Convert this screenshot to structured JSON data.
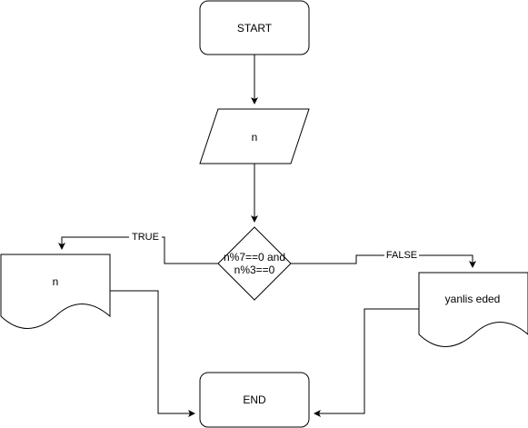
{
  "diagram": {
    "type": "flowchart",
    "nodes": {
      "start": {
        "shape": "rounded-rectangle",
        "label": "START"
      },
      "input": {
        "shape": "parallelogram",
        "label": "n"
      },
      "decision": {
        "shape": "diamond",
        "label_line1": "n%7==0 and",
        "label_line2": "n%3==0"
      },
      "output_true": {
        "shape": "document",
        "label": "n"
      },
      "output_false": {
        "shape": "document",
        "label": "yanlis eded"
      },
      "end": {
        "shape": "rounded-rectangle",
        "label": "END"
      }
    },
    "edges": [
      {
        "from": "start",
        "to": "input",
        "label": ""
      },
      {
        "from": "input",
        "to": "decision",
        "label": ""
      },
      {
        "from": "decision",
        "to": "output_true",
        "label": "TRUE"
      },
      {
        "from": "decision",
        "to": "output_false",
        "label": "FALSE"
      },
      {
        "from": "output_true",
        "to": "end",
        "label": ""
      },
      {
        "from": "output_false",
        "to": "end",
        "label": ""
      }
    ],
    "edge_labels": {
      "true": "TRUE",
      "false": "FALSE"
    }
  },
  "colors": {
    "stroke": "#000000",
    "fill": "#ffffff",
    "background": "#ffffff"
  }
}
